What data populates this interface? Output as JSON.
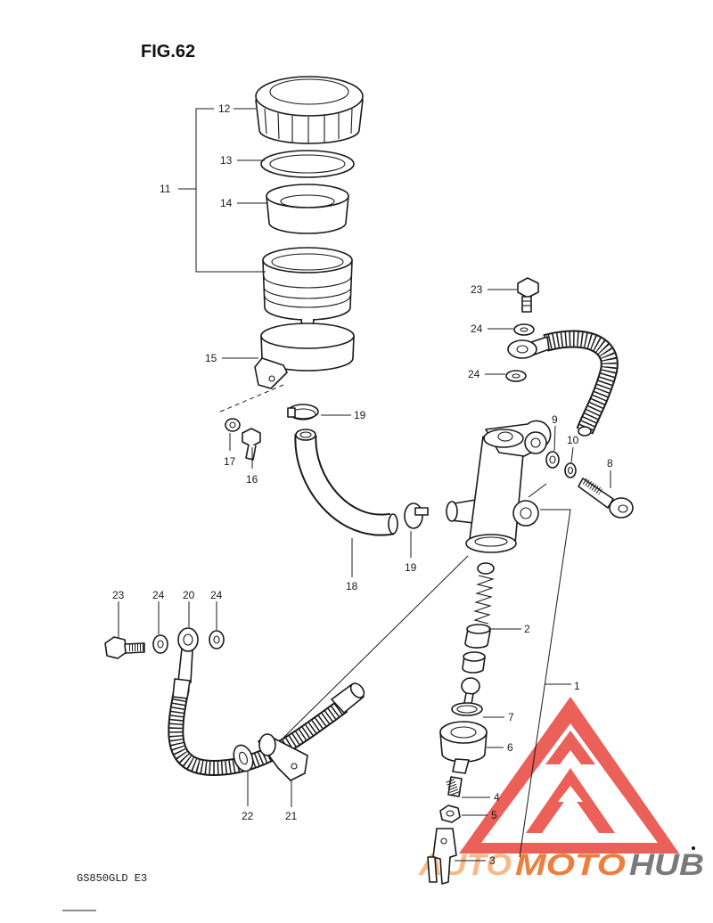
{
  "figure": {
    "title": "FIG.62",
    "model_code": "GS850GLD E3"
  },
  "callouts": [
    "12",
    "13",
    "11",
    "14",
    "15",
    "23",
    "24",
    "24",
    "19",
    "17",
    "16",
    "9",
    "10",
    "8",
    "18",
    "19",
    "23",
    "24",
    "20",
    "24",
    "2",
    "1",
    "7",
    "6",
    "4",
    "5",
    "3",
    "22",
    "21"
  ],
  "watermark": {
    "part_a": "AUTO",
    "part_b": "MOTO",
    "part_c": "HUB",
    "colors": {
      "a": "#f6b98a",
      "b": "#ef7d3c",
      "c": "#7a7a7a",
      "logo": "#e8453c"
    }
  },
  "colors": {
    "line": "#1a1a1a",
    "background": "#ffffff"
  }
}
